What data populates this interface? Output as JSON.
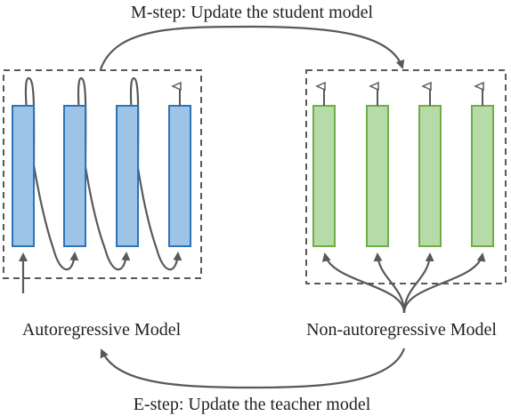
{
  "top_caption": "M-step: Update the student model",
  "bottom_caption": "E-step: Update the teacher model",
  "left_model": {
    "label": "Autoregressive Model",
    "color_fill": "#9dc3e6",
    "color_stroke": "#2e75b6",
    "bar_count": 4
  },
  "right_model": {
    "label": "Non-autoregressive Model",
    "color_fill": "#b7dba8",
    "color_stroke": "#70ad47",
    "bar_count": 4
  },
  "colors": {
    "arrow": "#595959",
    "box_border": "#595959"
  }
}
